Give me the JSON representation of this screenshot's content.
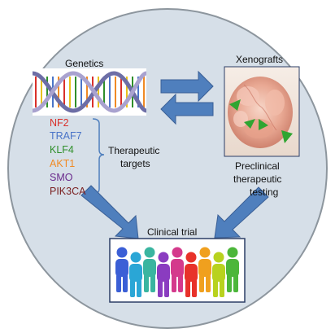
{
  "labels": {
    "genetics": "Genetics",
    "xenografts": "Xenografts",
    "therapeutic_targets": [
      "Therapeutic",
      "targets"
    ],
    "preclinical": [
      "Preclinical",
      "therapeutic",
      "testing"
    ],
    "clinical_trial": "Clinical trial"
  },
  "genes": [
    {
      "name": "NF2",
      "color": "#d9302a"
    },
    {
      "name": "TRAF7",
      "color": "#4a74c8"
    },
    {
      "name": "KLF4",
      "color": "#2f8f2a"
    },
    {
      "name": "AKT1",
      "color": "#f08a24"
    },
    {
      "name": "SMO",
      "color": "#6a2a8c"
    },
    {
      "name": "PIK3CA",
      "color": "#7a1f1f"
    }
  ],
  "colors": {
    "circle_fill": "#d6dfe8",
    "circle_stroke": "#8d969e",
    "arrow_blue": "#4f7fbd",
    "bracket_blue": "#4f7fbd",
    "box_border": "#2c3e66"
  },
  "icons": {
    "dna": "dna-double-helix",
    "tumor": "xenograft-tumor-photo",
    "people": "people-group"
  },
  "people_colors": [
    "#3b5fd6",
    "#2aa6d6",
    "#3ab5a0",
    "#8a3cc0",
    "#d43a8c",
    "#e8322a",
    "#f0a01e",
    "#b8d21e",
    "#4cb63a"
  ]
}
